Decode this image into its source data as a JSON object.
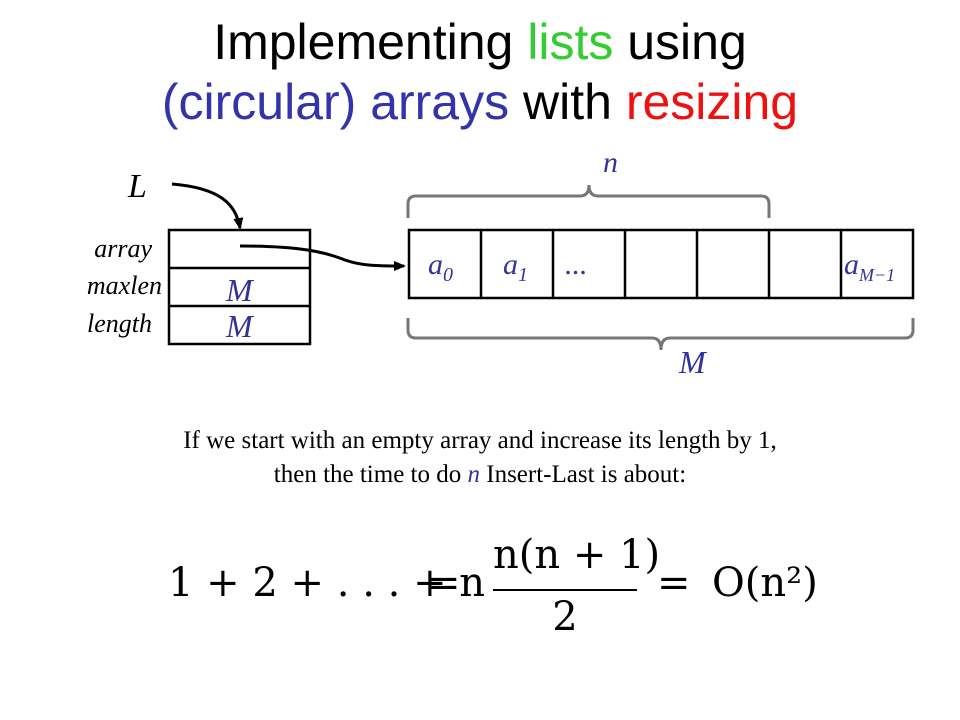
{
  "title": {
    "line1_pre": "Implementing ",
    "line1_kw": "lists",
    "line1_post": " using",
    "line2_kw1": "(circular) arrays",
    "line2_mid": " with ",
    "line2_kw2": "resizing"
  },
  "struct": {
    "pointer_label": "L",
    "fields": [
      "array",
      "maxlen",
      "length"
    ],
    "maxlen_value": "M",
    "length_value": "M"
  },
  "array": {
    "cells": [
      "a0",
      "a1",
      "...",
      "",
      "",
      "",
      "aM−1"
    ],
    "cell0": {
      "base": "a",
      "sub": "0"
    },
    "cell1": {
      "base": "a",
      "sub": "1"
    },
    "cell2": "...",
    "last": {
      "base": "a",
      "sub": "M−1"
    },
    "top_brace_label": "n",
    "bottom_brace_label": "M"
  },
  "caption": {
    "line1": "If we start with an empty array and increase its length by 1,",
    "line2_pre": "then the time to do ",
    "line2_n": "n",
    "line2_post": " Insert-Last  is about:"
  },
  "formula": {
    "lhs": "1 + 2 + . . . + n",
    "eq1": "=",
    "numerator": "n(n + 1)",
    "denominator": "2",
    "eq2": "=",
    "rhs": "O(n²)"
  },
  "colors": {
    "green": "#33cc33",
    "blue": "#3333aa",
    "red": "#ee1111",
    "italic_blue": "#333399"
  }
}
